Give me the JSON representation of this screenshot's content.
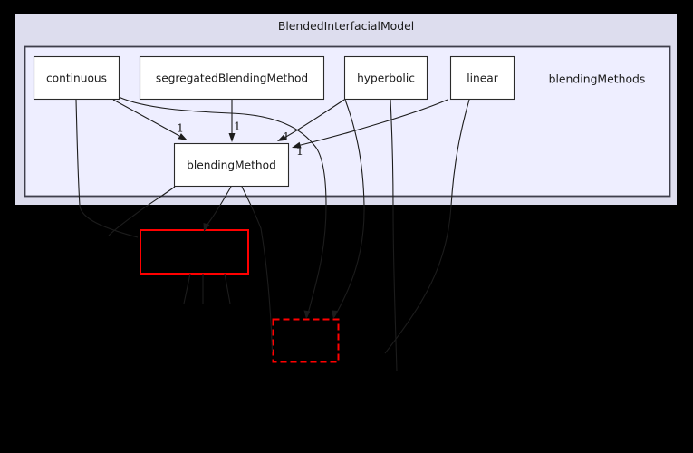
{
  "diagram": {
    "type": "directory-dependency-graph",
    "outer_cluster": {
      "label": "BlendedInterfacialModel"
    },
    "inner_cluster": {
      "label": "blendingMethods"
    },
    "nodes": [
      {
        "id": "continuous",
        "label": "continuous"
      },
      {
        "id": "segregatedBlendingMethod",
        "label": "segregatedBlendingMethod"
      },
      {
        "id": "hyperbolic",
        "label": "hyperbolic"
      },
      {
        "id": "linear",
        "label": "linear"
      },
      {
        "id": "blendingMethod",
        "label": "blendingMethod"
      }
    ],
    "edge_labels": [
      "1",
      "1",
      "1",
      "1"
    ],
    "truncated_nodes": [
      {
        "id": "external-dir-solid",
        "label": "",
        "border_style": "solid"
      },
      {
        "id": "external-dir-dashed",
        "label": "",
        "border_style": "dashed"
      }
    ],
    "colors": {
      "page_background": "#000000",
      "outer_cluster_fill": "#ddddee",
      "outer_cluster_border": "#000000",
      "inner_cluster_fill": "#eeeeff",
      "inner_cluster_border": "#3f3f4c",
      "node_fill": "#ffffff",
      "node_border": "#2a2a2a",
      "edge_color": "#1c1c1c",
      "truncated_border": "#ff0000",
      "text_color": "#1a1a1a"
    }
  }
}
